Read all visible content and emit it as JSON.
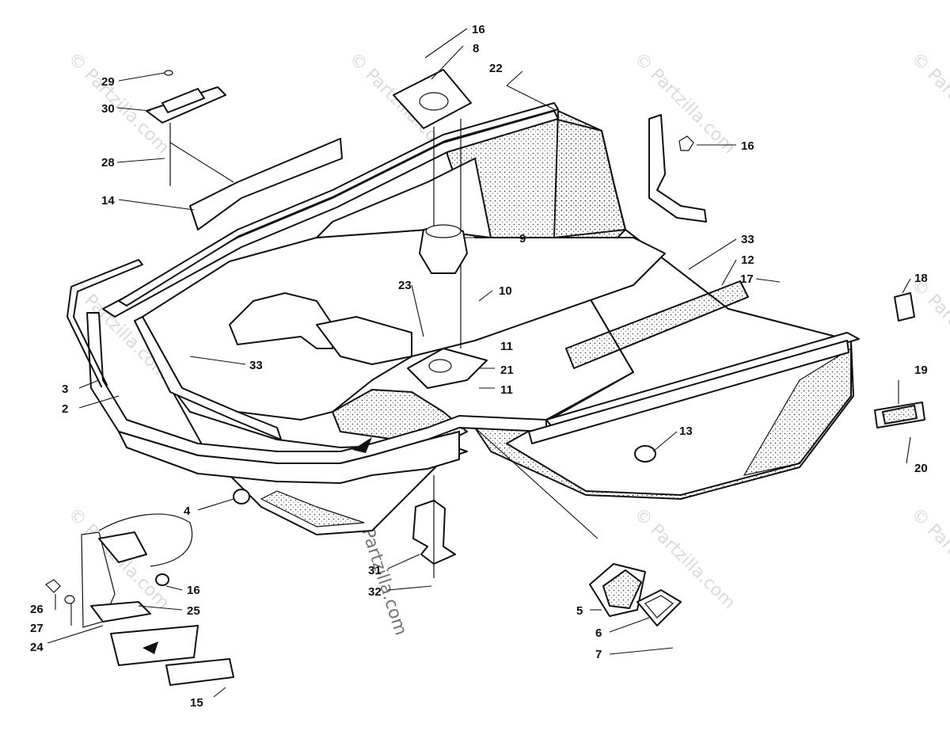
{
  "watermark": {
    "text": "© Partzilla.com",
    "color": "#bdbdbd"
  },
  "callouts": [
    {
      "id": "c1",
      "label": "16"
    },
    {
      "id": "c2",
      "label": "8"
    },
    {
      "id": "c3",
      "label": "22"
    },
    {
      "id": "c4",
      "label": "29"
    },
    {
      "id": "c5",
      "label": "30"
    },
    {
      "id": "c6",
      "label": "28"
    },
    {
      "id": "c7",
      "label": "16"
    },
    {
      "id": "c8",
      "label": "14"
    },
    {
      "id": "c9",
      "label": "9"
    },
    {
      "id": "c10",
      "label": "33"
    },
    {
      "id": "c11",
      "label": "12"
    },
    {
      "id": "c12",
      "label": "17"
    },
    {
      "id": "c13",
      "label": "18"
    },
    {
      "id": "c14",
      "label": "23"
    },
    {
      "id": "c15",
      "label": "10"
    },
    {
      "id": "c16",
      "label": "11"
    },
    {
      "id": "c17",
      "label": "33"
    },
    {
      "id": "c18",
      "label": "21"
    },
    {
      "id": "c19",
      "label": "11"
    },
    {
      "id": "c20",
      "label": "3"
    },
    {
      "id": "c21",
      "label": "2"
    },
    {
      "id": "c22",
      "label": "19"
    },
    {
      "id": "c23",
      "label": "13"
    },
    {
      "id": "c24",
      "label": "20"
    },
    {
      "id": "c25",
      "label": "4"
    },
    {
      "id": "c26",
      "label": "16"
    },
    {
      "id": "c27",
      "label": "26"
    },
    {
      "id": "c28",
      "label": "25"
    },
    {
      "id": "c29",
      "label": "27"
    },
    {
      "id": "c30",
      "label": "24"
    },
    {
      "id": "c31",
      "label": "31"
    },
    {
      "id": "c32",
      "label": "32"
    },
    {
      "id": "c33",
      "label": "5"
    },
    {
      "id": "c34",
      "label": "6"
    },
    {
      "id": "c35",
      "label": "7"
    },
    {
      "id": "c36",
      "label": "15"
    }
  ]
}
